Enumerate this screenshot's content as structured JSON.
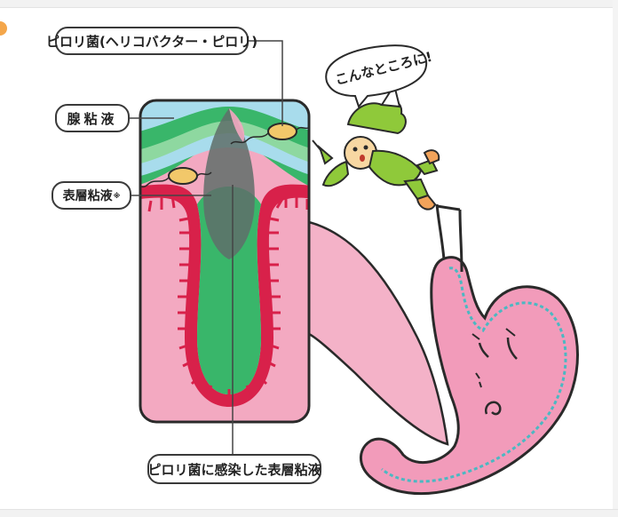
{
  "labels": {
    "pylori": "ピロリ菌(ヘリコバクター・ピロリ)",
    "gland_mucus": "腺粘液",
    "surface_mucus": "表層粘液",
    "surface_mucus_mark": "※",
    "infected_mucus": "ピロリ菌に感染した表層粘液"
  },
  "speech": "こんなところに!",
  "colors": {
    "mucosa_pink": "#f3a9c1",
    "stomach_pink": "#f29bba",
    "gland_green": "#39b66a",
    "light_green": "#8ed8a0",
    "light_blue": "#a8dcec",
    "red_lining": "#d8214a",
    "infected_gray": "#5f6f6a",
    "character_green": "#8fc93a",
    "stomach_outline_teal": "#4bb8c2"
  }
}
